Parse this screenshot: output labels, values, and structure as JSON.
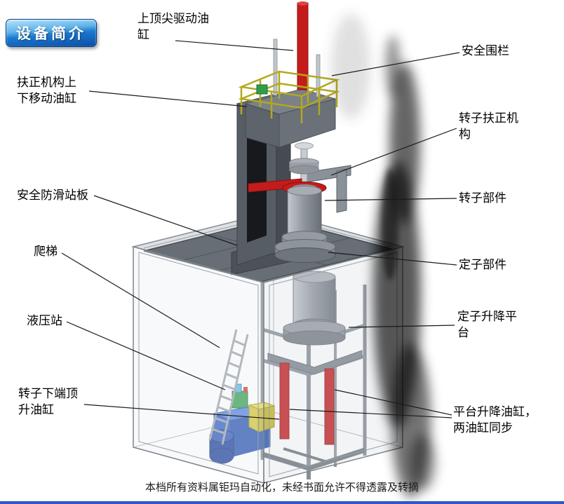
{
  "badge": {
    "label": "设备简介"
  },
  "labels": {
    "top_drive_cylinder": "上顶尖驱动油缸",
    "safety_fence": "安全围栏",
    "centering_mechanism_cylinder": "扶正机构上下移动油缸",
    "rotor_centering_mechanism": "转子扶正机构",
    "anti_slip_platform": "安全防滑站板",
    "rotor_part": "转子部件",
    "ladder": "爬梯",
    "stator_part": "定子部件",
    "hydraulic_station": "液压站",
    "stator_lift_platform": "定子升降平台",
    "rotor_bottom_jack_cylinder": "转子下端顶升油缸",
    "platform_lift_cylinders": "平台升降油缸，两油缸同步"
  },
  "footer": {
    "watermark": "本档所有资料属钜玛自动化，未经书面允许不得透露及转摘"
  },
  "palette": {
    "badge_blue": "#1b79cf",
    "cylinder_red": "#c41c1c",
    "railing_yellow": "#b4a81e",
    "hydraulic_blue": "#2b5cc8",
    "enclosure_gray": "#d3d7db",
    "bottom_line_blue": "#2e56c8"
  }
}
